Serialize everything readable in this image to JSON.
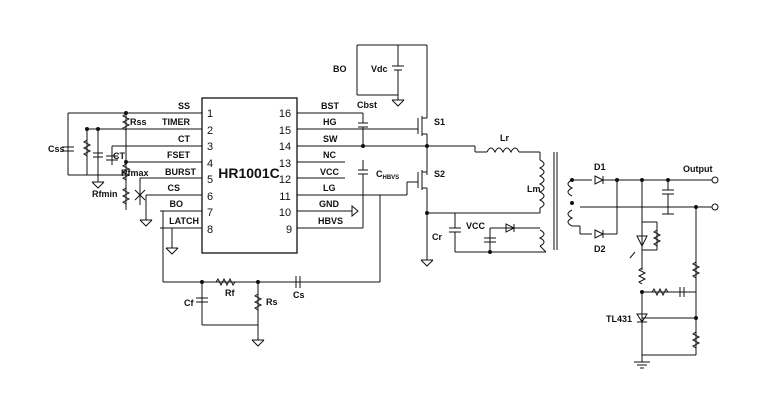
{
  "chip": {
    "name": "HR1001C",
    "left_pins": [
      {
        "num": "1",
        "label": "SS"
      },
      {
        "num": "2",
        "label": "TIMER"
      },
      {
        "num": "3",
        "label": "CT"
      },
      {
        "num": "4",
        "label": "FSET"
      },
      {
        "num": "5",
        "label": "BURST"
      },
      {
        "num": "6",
        "label": "CS"
      },
      {
        "num": "7",
        "label": "BO"
      },
      {
        "num": "8",
        "label": "LATCH"
      }
    ],
    "right_pins": [
      {
        "num": "16",
        "label": "BST"
      },
      {
        "num": "15",
        "label": "HG"
      },
      {
        "num": "14",
        "label": "SW"
      },
      {
        "num": "13",
        "label": "NC"
      },
      {
        "num": "12",
        "label": "VCC"
      },
      {
        "num": "11",
        "label": "LG"
      },
      {
        "num": "10",
        "label": "GND"
      },
      {
        "num": "9",
        "label": "HBVS"
      }
    ]
  },
  "components": {
    "css": "Css",
    "rss": "Rss",
    "ct": "CT",
    "rfmax": "Rfmax",
    "rfmin": "Rfmin",
    "cf": "Cf",
    "rf": "Rf",
    "rs": "Rs",
    "cs": "Cs",
    "bo": "BO",
    "vdc": "Vdc",
    "cbst": "Cbst",
    "s1": "S1",
    "s2": "S2",
    "chbvs_main": "C",
    "chbvs_sub": "HBVS",
    "lr": "Lr",
    "lm": "Lm",
    "cr": "Cr",
    "vcc": "VCC",
    "d1": "D1",
    "d2": "D2",
    "output": "Output",
    "tl431": "TL431"
  }
}
